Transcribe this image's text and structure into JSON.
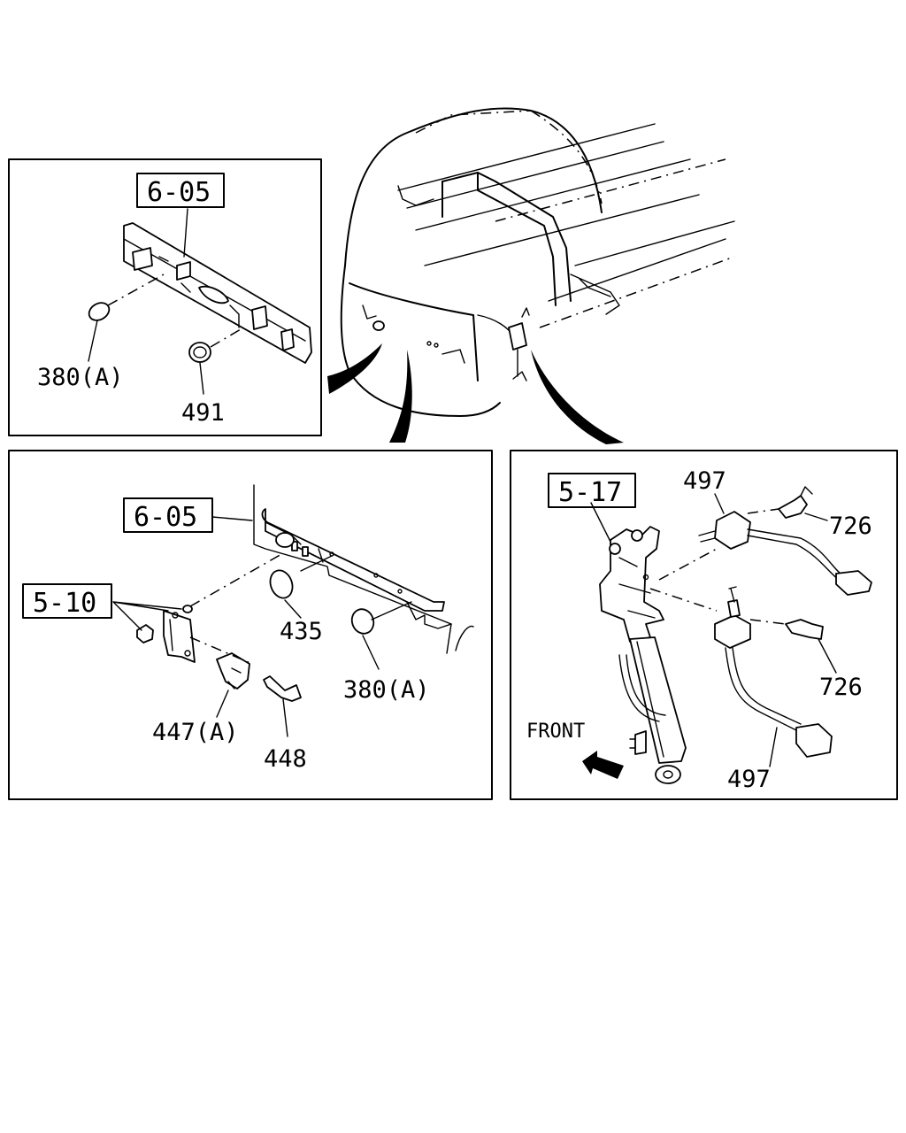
{
  "labels": {
    "ref_605_top": "6-05",
    "p380a_top": "380(A)",
    "p491": "491",
    "ref_605_left": "6-05",
    "ref_510": "5-10",
    "p435": "435",
    "p380a_left": "380(A)",
    "p447a": "447(A)",
    "p448": "448",
    "ref_517": "5-17",
    "p497_top": "497",
    "p726_top": "726",
    "p726_mid": "726",
    "front": "FRONT",
    "p497_bottom": "497"
  }
}
